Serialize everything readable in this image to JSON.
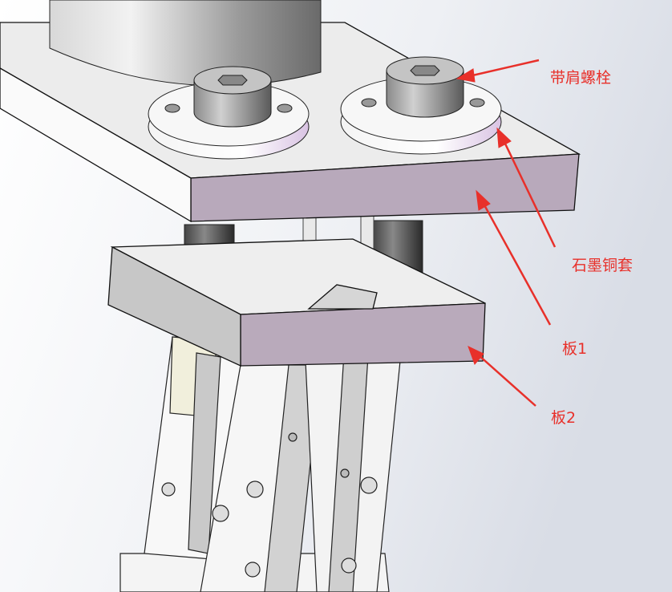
{
  "annotations": [
    {
      "id": "shoulder-bolt",
      "text": "带肩螺栓"
    },
    {
      "id": "graphite-bushing",
      "text": "石墨铜套"
    },
    {
      "id": "plate-1",
      "text": "板1"
    },
    {
      "id": "plate-2",
      "text": "板2"
    }
  ],
  "colors": {
    "annotation": "#e8302a",
    "plate_face": "#b8a9bb",
    "background": "#dfe3ea"
  }
}
